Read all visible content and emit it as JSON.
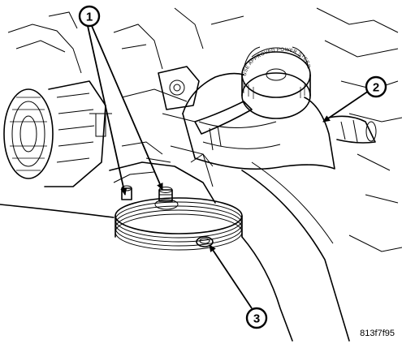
{
  "figure": {
    "figure_id": "813f7f95",
    "cap_text": "USE APPROVED POWER STEERING FLUID"
  },
  "callouts": [
    {
      "number": "1"
    },
    {
      "number": "2"
    },
    {
      "number": "3"
    }
  ]
}
